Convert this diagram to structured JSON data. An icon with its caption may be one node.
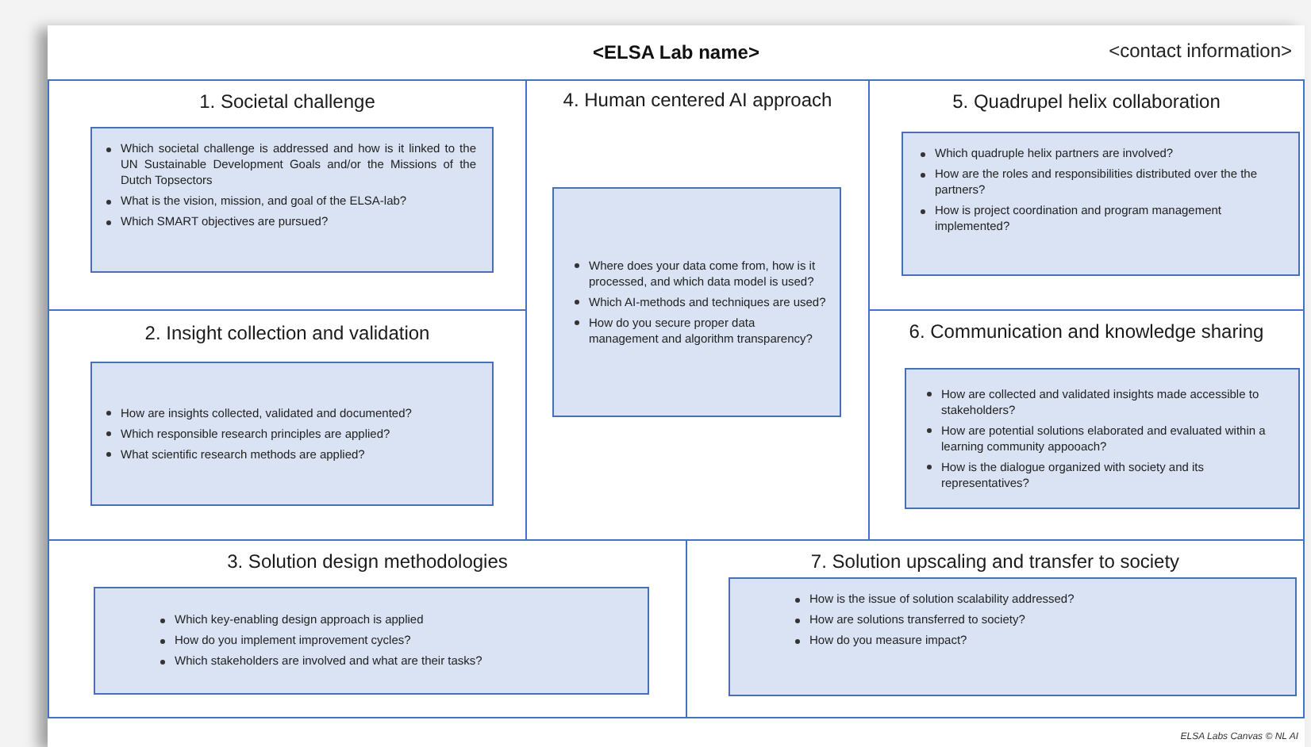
{
  "diagram": {
    "title": "<ELSA Lab name>",
    "nodes": [
      {
        "text": [
          "1. Societal challenge"
        ]
      },
      {
        "text": [
          "Which societal challenge is addressed and how is it linked to the UN Sustainable Development Goals and/or the Missions of the Dutch Topsectors",
          "What is the vision, mission, and goal of the ELSA-lab?",
          "Which SMART objectives are pursued?"
        ],
        "in": 0
      },
      {
        "text": [
          "4. Human centered AI approach"
        ]
      },
      {
        "text": [
          "Where does your data come from, how is it processed, and which data model is used?",
          "Which AI-methods and techniques are used?",
          "How do you secure proper data management and algorithm transparency?"
        ],
        "in": 2
      },
      {
        "text": [
          "5. Quadrupel helix collaboration"
        ]
      },
      {
        "text": [
          "Which quadruple helix partners are involved?",
          "How are the roles and responsibilities distributed over the the partners?",
          "How is project coordination and program management implemented?"
        ],
        "in": 4
      },
      {
        "text": [
          "2. Insight collection and validation"
        ]
      },
      {
        "text": [
          "How are insights collected, validated and documented?",
          "Which responsible research principles are applied?",
          "What scientific research methods are  applied?"
        ],
        "in": 6
      },
      {
        "text": [
          "6. Communication and knowledge sharing"
        ]
      },
      {
        "text": [
          "How are collected and validated insights made accessible to stakeholders?",
          "How are potential solutions elaborated and evaluated within a learning community appooach?",
          "How is the dialogue organized with society and its representatives?"
        ],
        "in": 8
      },
      {
        "text": [
          "3. Solution design methodologies"
        ]
      },
      {
        "text": [
          "Which key-enabling design approach is applied",
          "How do you implement improvement cycles?",
          "Which stakeholders are involved and what are their tasks?"
        ],
        "in": 10
      },
      {
        "text": [
          "7. Solution upscaling and transfer to society"
        ]
      },
      {
        "text": [
          "How is the issue of solution scalability addressed?",
          "How are solutions transferred to society?",
          "How do you measure impact?"
        ],
        "in": 12
      }
    ],
    "labels": [
      "<contact information>"
    ],
    "caption": "ELSA Labs Canvas © NL AI"
  }
}
